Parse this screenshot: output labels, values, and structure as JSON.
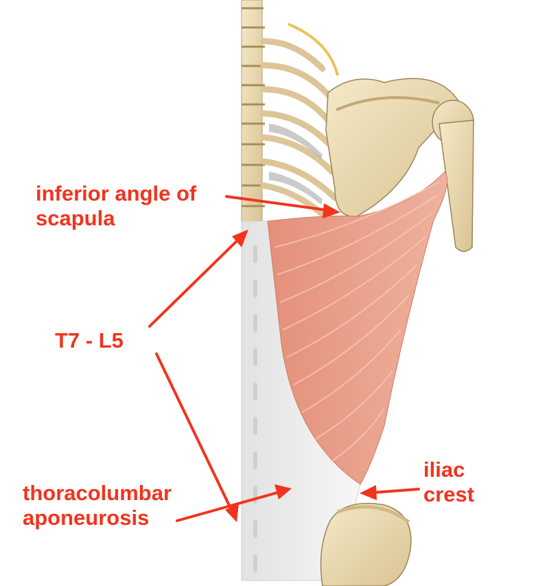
{
  "labels": {
    "scapula": {
      "line1": "inferior angle of",
      "line2": "scapula"
    },
    "vertebrae": {
      "text": "T7 - L5"
    },
    "aponeurosis": {
      "line1": "thoracolumbar",
      "line2": "aponeurosis"
    },
    "iliac": {
      "line1": "iliac",
      "line2": "crest"
    }
  },
  "colors": {
    "label_red": "#f2331d",
    "muscle": "#e9a18b",
    "bone": "#ecdcb4",
    "aponeurosis": "#f0f0f0"
  }
}
